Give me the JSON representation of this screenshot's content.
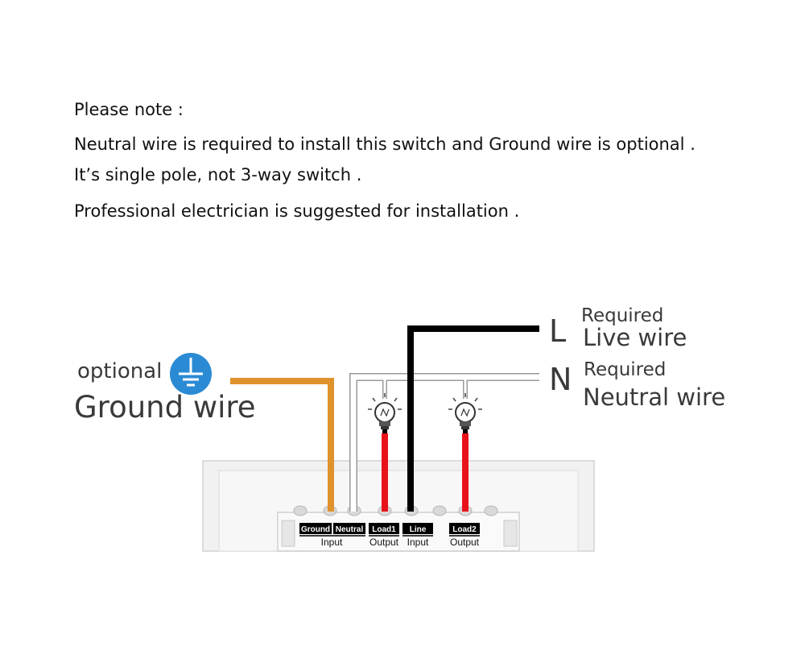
{
  "notes": {
    "title": "Please  note :",
    "line1": "Neutral  wire is required to install this switch and Ground wire is optional .",
    "line2": "It’s single pole,   not 3-way switch .",
    "line3": "Professional electrician is suggested for installation ."
  },
  "ground": {
    "small_label": "optional",
    "big_label": "Ground  wire",
    "icon": "ground-symbol-icon",
    "color": "#E0922C"
  },
  "live": {
    "letter": "L",
    "small_label": "Required",
    "big_label": "Live wire",
    "color": "#000000"
  },
  "neutral": {
    "letter": "N",
    "small_label": "Required",
    "big_label": "Neutral  wire",
    "color": "#FFFFFF"
  },
  "load_wire_color": "#E8131A",
  "terminals": {
    "ground": "Ground",
    "neutral": "Neutral",
    "load1": "Load1",
    "line": "Line",
    "load2": "Load2"
  },
  "io": {
    "input_1": "Input",
    "output_1": "Output",
    "input_2": "Input",
    "output_2": "Output"
  }
}
